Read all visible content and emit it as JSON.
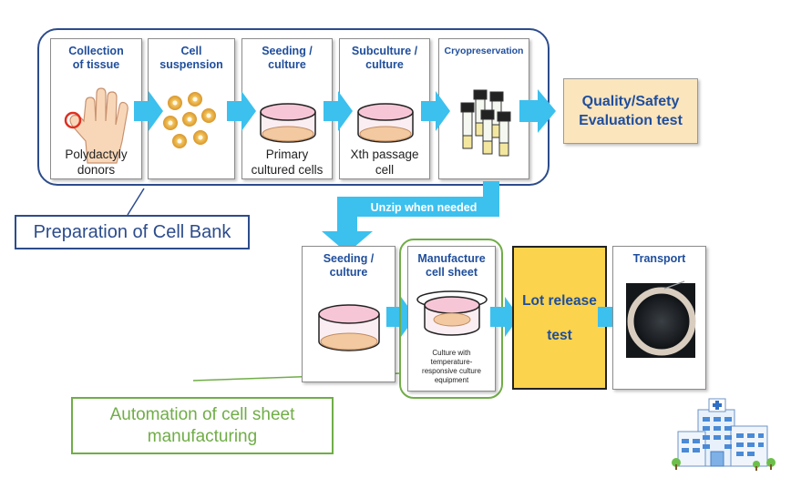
{
  "top_row": [
    {
      "title": "Collection\nof tissue",
      "caption": "Polydactyly\ndonors",
      "icon": "hand-icon"
    },
    {
      "title": "Cell\nsuspension",
      "caption": "",
      "icon": "cells-icon"
    },
    {
      "title": "Seeding /\nculture",
      "caption": "Primary\ncultured cells",
      "icon": "dish-icon"
    },
    {
      "title": "Subculture /\nculture",
      "caption": "Xth passage\ncell",
      "icon": "dish-icon"
    },
    {
      "title": "Cryopreservation",
      "caption": "",
      "icon": "vials-icon"
    }
  ],
  "quality": {
    "label": "Quality/Safety\nEvaluation test"
  },
  "cell_bank_label": "Preparation of Cell Bank",
  "unzip_label": "Unzip when needed",
  "bottom_row": {
    "seeding": {
      "title": "Seeding /\nculture",
      "icon": "dish-icon"
    },
    "manufacture": {
      "title": "Manufacture\ncell sheet",
      "caption": "Culture with\ntemperature-\nresponsive culture\nequipment",
      "icon": "dish-lid-icon"
    },
    "lot": {
      "label": "Lot release\n\ntest"
    },
    "transport": {
      "title": "Transport",
      "icon": "cell-sheet-photo-icon"
    }
  },
  "automation_label": "Automation of cell sheet\nmanufacturing",
  "hospital_icon": "hospital-icon",
  "colors": {
    "frame_blue": "#2c4c8c",
    "title_blue": "#1f4e9c",
    "arrow_cyan": "#3cc0ee",
    "frame_green": "#70ad47",
    "quality_fill": "#fbe5bd",
    "lot_fill": "#fcd34d"
  }
}
